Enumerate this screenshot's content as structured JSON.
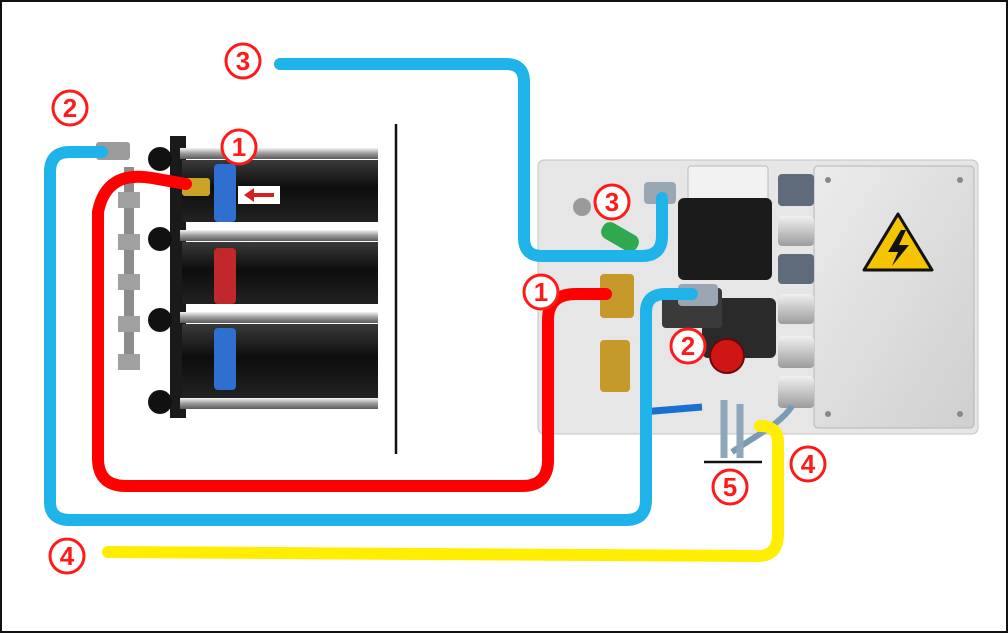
{
  "markers": [
    {
      "id": "m1a",
      "text": "1",
      "meaning": "red hose"
    },
    {
      "id": "m1b",
      "text": "1",
      "meaning": "red hose"
    },
    {
      "id": "m2a",
      "text": "2",
      "meaning": "blue hose"
    },
    {
      "id": "m2b",
      "text": "2",
      "meaning": "blue hose"
    },
    {
      "id": "m3a",
      "text": "3",
      "meaning": "blue hose"
    },
    {
      "id": "m3b",
      "text": "3",
      "meaning": "blue hose"
    },
    {
      "id": "m4a",
      "text": "4",
      "meaning": "yellow cable"
    },
    {
      "id": "m4b",
      "text": "4",
      "meaning": "yellow cable"
    },
    {
      "id": "m5",
      "text": "5",
      "meaning": "grey cables"
    }
  ],
  "colors": {
    "red_hose": "#ff0000",
    "blue_hose": "#1eb4ea",
    "yellow_cable": "#ffee00",
    "marker": "#ff1a1a",
    "panel": "#e6e6e6",
    "box": "#dedede",
    "warning": "#f5c400"
  },
  "icons": {
    "warning_sign": "high-voltage-warning-icon",
    "arrow_label": "flow-arrow-icon"
  }
}
